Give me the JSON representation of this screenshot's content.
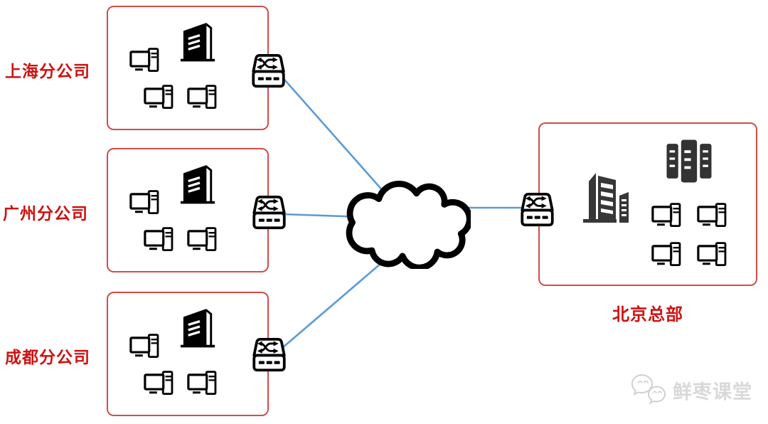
{
  "diagram_type": "enterprise-wan-network-topology",
  "sites": {
    "shanghai": {
      "label": "上海分公司",
      "role": "branch",
      "pc_count": 3,
      "building_count": 1,
      "switch_count": 1
    },
    "guangzhou": {
      "label": "广州分公司",
      "role": "branch",
      "pc_count": 3,
      "building_count": 1,
      "switch_count": 1
    },
    "chengdu": {
      "label": "成都分公司",
      "role": "branch",
      "pc_count": 3,
      "building_count": 1,
      "switch_count": 1
    },
    "beijing": {
      "label": "北京总部",
      "role": "headquarters",
      "pc_count": 4,
      "building_count": 1,
      "server_rack_count": 3,
      "switch_count": 1
    }
  },
  "cloud": {
    "name": "wan-cloud"
  },
  "links": [
    {
      "from": "shanghai-switch",
      "to": "wan-cloud"
    },
    {
      "from": "guangzhou-switch",
      "to": "wan-cloud"
    },
    {
      "from": "chengdu-switch",
      "to": "wan-cloud"
    },
    {
      "from": "wan-cloud",
      "to": "beijing-switch"
    }
  ],
  "watermark": {
    "brand": "鲜枣课堂",
    "logo": "wechat-logo"
  },
  "colors": {
    "label_red": "#CE1212",
    "box_border_red": "#D14D4A",
    "link_blue": "#5B9BD5",
    "icon_black": "#000000",
    "icon_dark_gray": "#373737",
    "watermark_gray": "#D9D9D9"
  },
  "icons": {
    "pc": "desktop-computer-icon",
    "building_branch": "office-building-icon",
    "building_hq": "headquarters-building-icon",
    "server": "server-rack-icon",
    "switch": "network-switch-icon",
    "cloud": "wan-cloud-icon",
    "logo": "wechat-logo-icon"
  }
}
